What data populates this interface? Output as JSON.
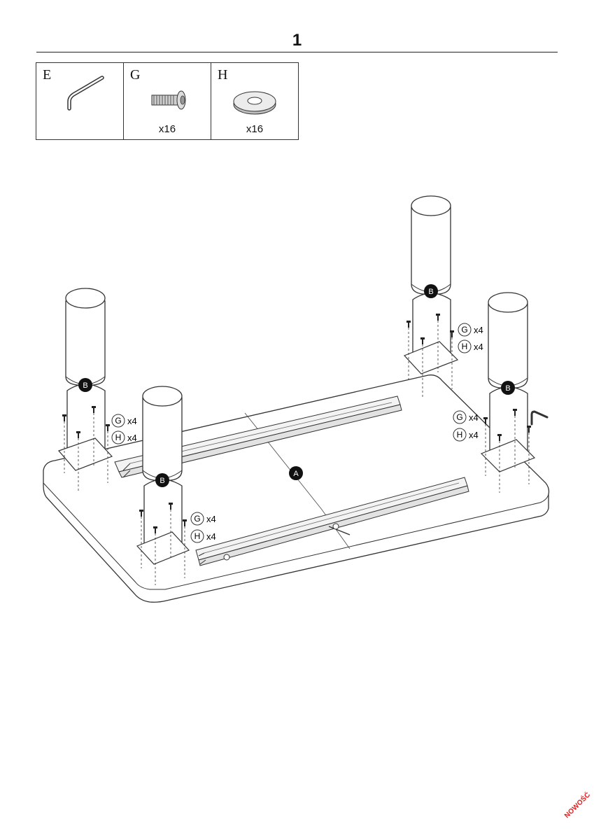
{
  "step": {
    "number": "1"
  },
  "parts": [
    {
      "letter": "E",
      "qty": "",
      "icon": "allen-key-icon"
    },
    {
      "letter": "G",
      "qty": "x16",
      "icon": "bolt-icon"
    },
    {
      "letter": "H",
      "qty": "x16",
      "icon": "washer-icon"
    }
  ],
  "labels": {
    "top": "A",
    "leg": "B",
    "screw": "G",
    "washer": "H",
    "screw_qty": "x4",
    "washer_qty": "x4"
  },
  "brand": {
    "mark": "NOWOŚĆ",
    "color": "#e01e1e"
  }
}
